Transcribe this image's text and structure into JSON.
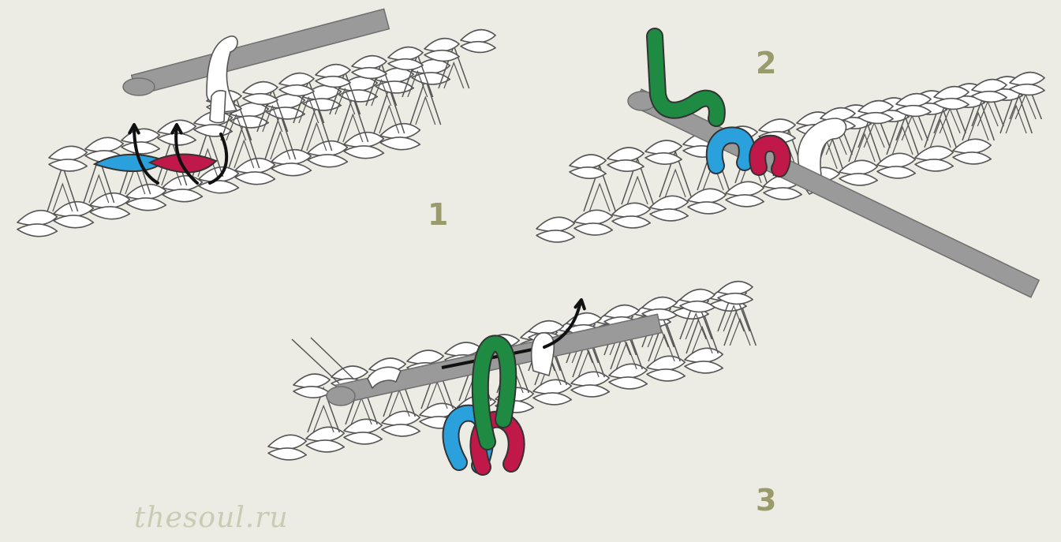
{
  "steps": [
    {
      "number": "1",
      "hook": "upper-left",
      "loops": [
        "blue",
        "red"
      ]
    },
    {
      "number": "2",
      "hook": "lower-right",
      "loops": [
        "green",
        "blue",
        "red"
      ]
    },
    {
      "number": "3",
      "hook": "upper-right",
      "loops": [
        "green",
        "blue",
        "red"
      ]
    }
  ],
  "watermark": "thesoul.ru",
  "colors": {
    "background": "#ecece4",
    "yarn": "#ffffff",
    "outline": "#555555",
    "hook": "#9a9a9a",
    "blue": "#2aa0dc",
    "red": "#c01848",
    "green": "#1f8a42",
    "arrow": "#111111",
    "step_number": "#9a9b6c"
  }
}
